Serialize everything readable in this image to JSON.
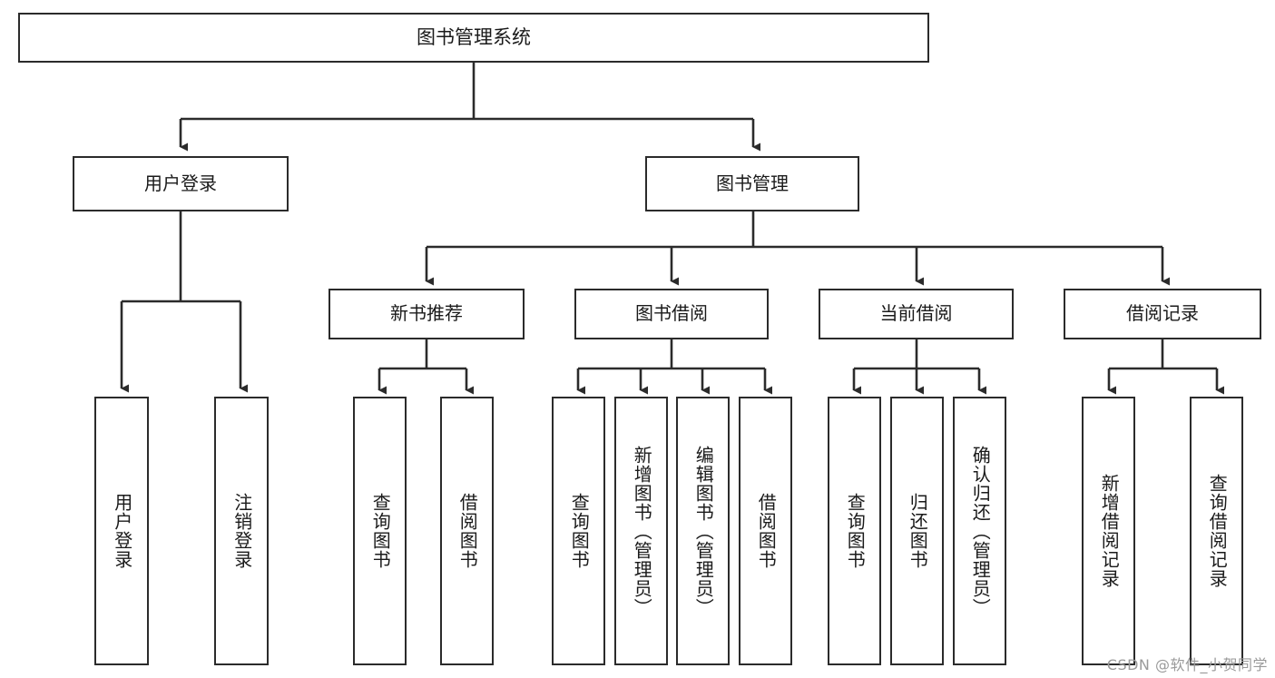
{
  "diagram": {
    "title": "图书管理系统",
    "type": "tree",
    "watermark": "CSDN @软件_小贺同学",
    "colors": {
      "border": "#2b2b2b",
      "background": "#ffffff",
      "text": "#1a1a1a",
      "edge": "#2b2b2b",
      "watermark": "#9a9a9a"
    },
    "root": {
      "label": "图书管理系统"
    },
    "level1": [
      {
        "label": "用户登录"
      },
      {
        "label": "图书管理"
      }
    ],
    "level2": [
      {
        "label": "新书推荐"
      },
      {
        "label": "图书借阅"
      },
      {
        "label": "当前借阅"
      },
      {
        "label": "借阅记录"
      }
    ],
    "leaves": {
      "user_login": [
        {
          "label": "用户登录"
        },
        {
          "label": "注销登录"
        }
      ],
      "new_book_recommend": [
        {
          "label": "查询图书"
        },
        {
          "label": "借阅图书"
        }
      ],
      "book_borrow": [
        {
          "label": "查询图书"
        },
        {
          "label": "新增图书（管理员）"
        },
        {
          "label": "编辑图书（管理员）"
        },
        {
          "label": "借阅图书"
        }
      ],
      "current_borrow": [
        {
          "label": "查询图书"
        },
        {
          "label": "归还图书"
        },
        {
          "label": "确认归还（管理员）"
        }
      ],
      "borrow_record": [
        {
          "label": "新增借阅记录"
        },
        {
          "label": "查询借阅记录"
        }
      ]
    }
  }
}
